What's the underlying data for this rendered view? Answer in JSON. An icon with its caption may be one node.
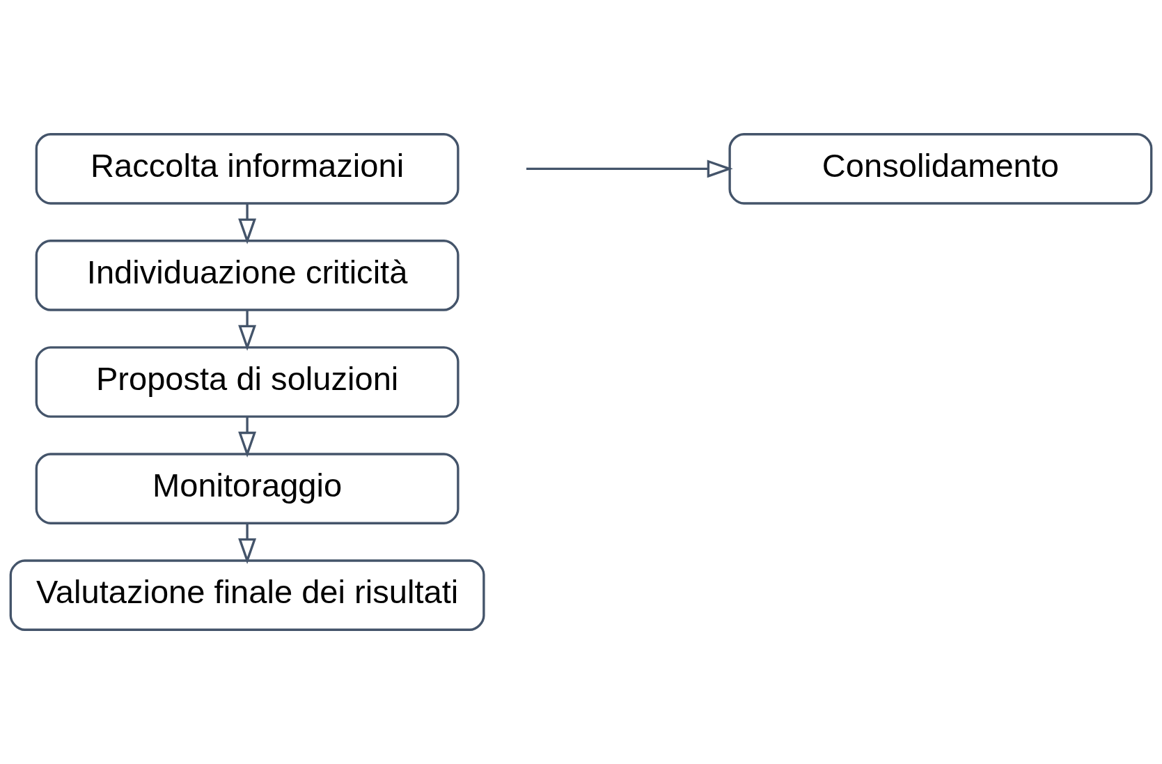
{
  "diagram": {
    "nodes": [
      {
        "text": [
          "Raccolta informazioni"
        ]
      },
      {
        "text": [
          "Individuazione criticità"
        ]
      },
      {
        "text": [
          "Proposta di soluzioni"
        ]
      },
      {
        "text": [
          "Monitoraggio"
        ]
      },
      {
        "text": [
          "Valutazione finale dei risultati"
        ]
      },
      {
        "text": [
          "Consolidamento"
        ]
      }
    ],
    "edges": [
      {
        "from": 0,
        "to": 1,
        "arrow": "to"
      },
      {
        "from": 1,
        "to": 2,
        "arrow": "to"
      },
      {
        "from": 2,
        "to": 3,
        "arrow": "to"
      },
      {
        "from": 3,
        "to": 4,
        "arrow": "to"
      },
      {
        "from": null,
        "to": 5,
        "arrow": "to"
      }
    ]
  }
}
